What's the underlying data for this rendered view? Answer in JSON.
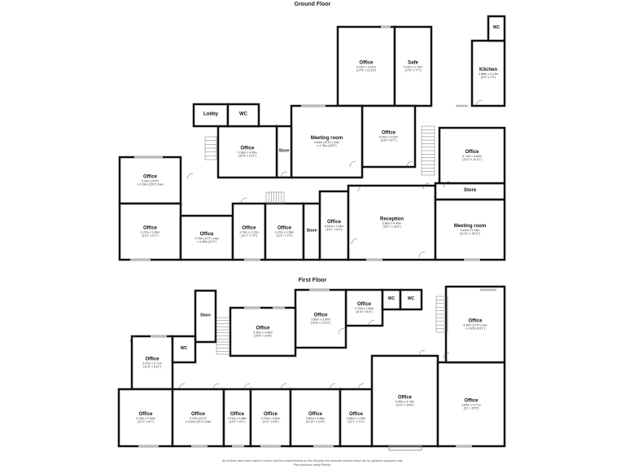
{
  "ground_floor": {
    "title": "Ground Floor",
    "rooms": [
      {
        "name": "Office",
        "dim1": "3.03m (10'0\")",
        "dim2": "x 4.19m (13'9\") max"
      },
      {
        "name": "Office",
        "dim1": "3.70m x 2.00m",
        "dim2": "(12'2\" x 6'7\")"
      },
      {
        "name": "Office",
        "dim1": "3.70m (12'2\") max",
        "dim2": "x 3.45m (11'4\")"
      },
      {
        "name": "Office",
        "dim1": "3.70m x 2.23m",
        "dim2": "(12'2\" x 7'4\")"
      },
      {
        "name": "Office",
        "dim1": "3.70m x 2.38m",
        "dim2": "(12'2\" x 7'9\")"
      },
      {
        "name": "Store",
        "dim1": "",
        "dim2": ""
      },
      {
        "name": "Office",
        "dim1": "4.60m x 1.94m",
        "dim2": "(15'1\" x 6'4\")"
      },
      {
        "name": "Reception",
        "dim1": "5.68m x 4.40m",
        "dim2": "(18'7\" x 14'5\")"
      },
      {
        "name": "Meeting room",
        "dim1": "3.63m x 5.76m",
        "dim2": "(11'11\" x 18'11\")"
      },
      {
        "name": "Store",
        "dim1": "",
        "dim2": ""
      },
      {
        "name": "Office",
        "dim1": "3.71m x 3.64m",
        "dim2": "(12'2\" x 11'11\")"
      },
      {
        "name": "Kitchen",
        "dim1": "2.68m x 2.13m",
        "dim2": "(8'9\" x 7'0\")"
      },
      {
        "name": "WC",
        "dim1": "",
        "dim2": ""
      },
      {
        "name": "Office",
        "dim1": "5.33m x 3.91m",
        "dim2": "(17'6\" x 12'10\")"
      },
      {
        "name": "Safe",
        "dim1": "5.33m x 2.30m",
        "dim2": "(17'6\" x 7'7\")"
      },
      {
        "name": "Office",
        "dim1": "4.20m x 2.02m",
        "dim2": "(13'9\" x 6'7\")"
      },
      {
        "name": "Meeting room",
        "dim1": "4.54m (14'11\") max",
        "dim2": "x 4.78m (15'8\")"
      },
      {
        "name": "Store",
        "dim1": "",
        "dim2": ""
      },
      {
        "name": "Office",
        "dim1": "3.18m x 4.00m",
        "dim2": "(10'5\" x 13'1\")"
      },
      {
        "name": "Lobby",
        "dim1": "",
        "dim2": ""
      },
      {
        "name": "WC",
        "dim1": "",
        "dim2": ""
      }
    ]
  },
  "first_floor": {
    "title": "First Floor",
    "rooms": [
      {
        "name": "Office",
        "dim1": "3.47m x 2.71m",
        "dim2": "(11'5\" x 8'11\")"
      },
      {
        "name": "Office",
        "dim1": "3.70m x 2.00m",
        "dim2": "(12'2\" x 6'7\")"
      },
      {
        "name": "Office",
        "dim1": "3.70m (12'2\")",
        "dim2": "x 3.40m (11'2\") max"
      },
      {
        "name": "Office",
        "dim1": "3.70m x 1.88m",
        "dim2": "(12'2\" x 6'2\")"
      },
      {
        "name": "Office",
        "dim1": "3.70m x 2.60m",
        "dim2": "(12'2\" x 8'6\")"
      },
      {
        "name": "Office",
        "dim1": "3.60m x 3.48m",
        "dim2": "(11'10\" x 11'5\")"
      },
      {
        "name": "Office",
        "dim1": "3.68m x 2.23m",
        "dim2": "(12'1\" x 7'4\")"
      },
      {
        "name": "Office",
        "dim1": "4.05m x 4.73m",
        "dim2": "(13'3\" x 15'6\")"
      },
      {
        "name": "Office",
        "dim1": "3.65m x 4.71m",
        "dim2": "(12' x 15'5\")"
      },
      {
        "name": "Office",
        "dim1": "5.34m (17'6\") max",
        "dim2": "x 4.30m (14'1\")"
      },
      {
        "name": "Office",
        "dim1": "2.70m x 2.45m",
        "dim2": "(8'10\" x 8'0\")"
      },
      {
        "name": "WC",
        "dim1": "",
        "dim2": ""
      },
      {
        "name": "WC",
        "dim1": "",
        "dim2": ""
      },
      {
        "name": "Office",
        "dim1": "3.85m x 3.90m",
        "dim2": "(12'8\" x 12'10\")"
      },
      {
        "name": "Office",
        "dim1": "3.16m x 4.48m",
        "dim2": "(10'5\" x 14'8\")"
      },
      {
        "name": "Store",
        "dim1": "",
        "dim2": ""
      },
      {
        "name": "WC",
        "dim1": "",
        "dim2": ""
      }
    ]
  },
  "footer": {
    "line1": "All of these have been made to ensure that the measurements on this floorplan are accurate however these are for guidance purposes only.",
    "line2": "Plan produced using PlanUp."
  }
}
